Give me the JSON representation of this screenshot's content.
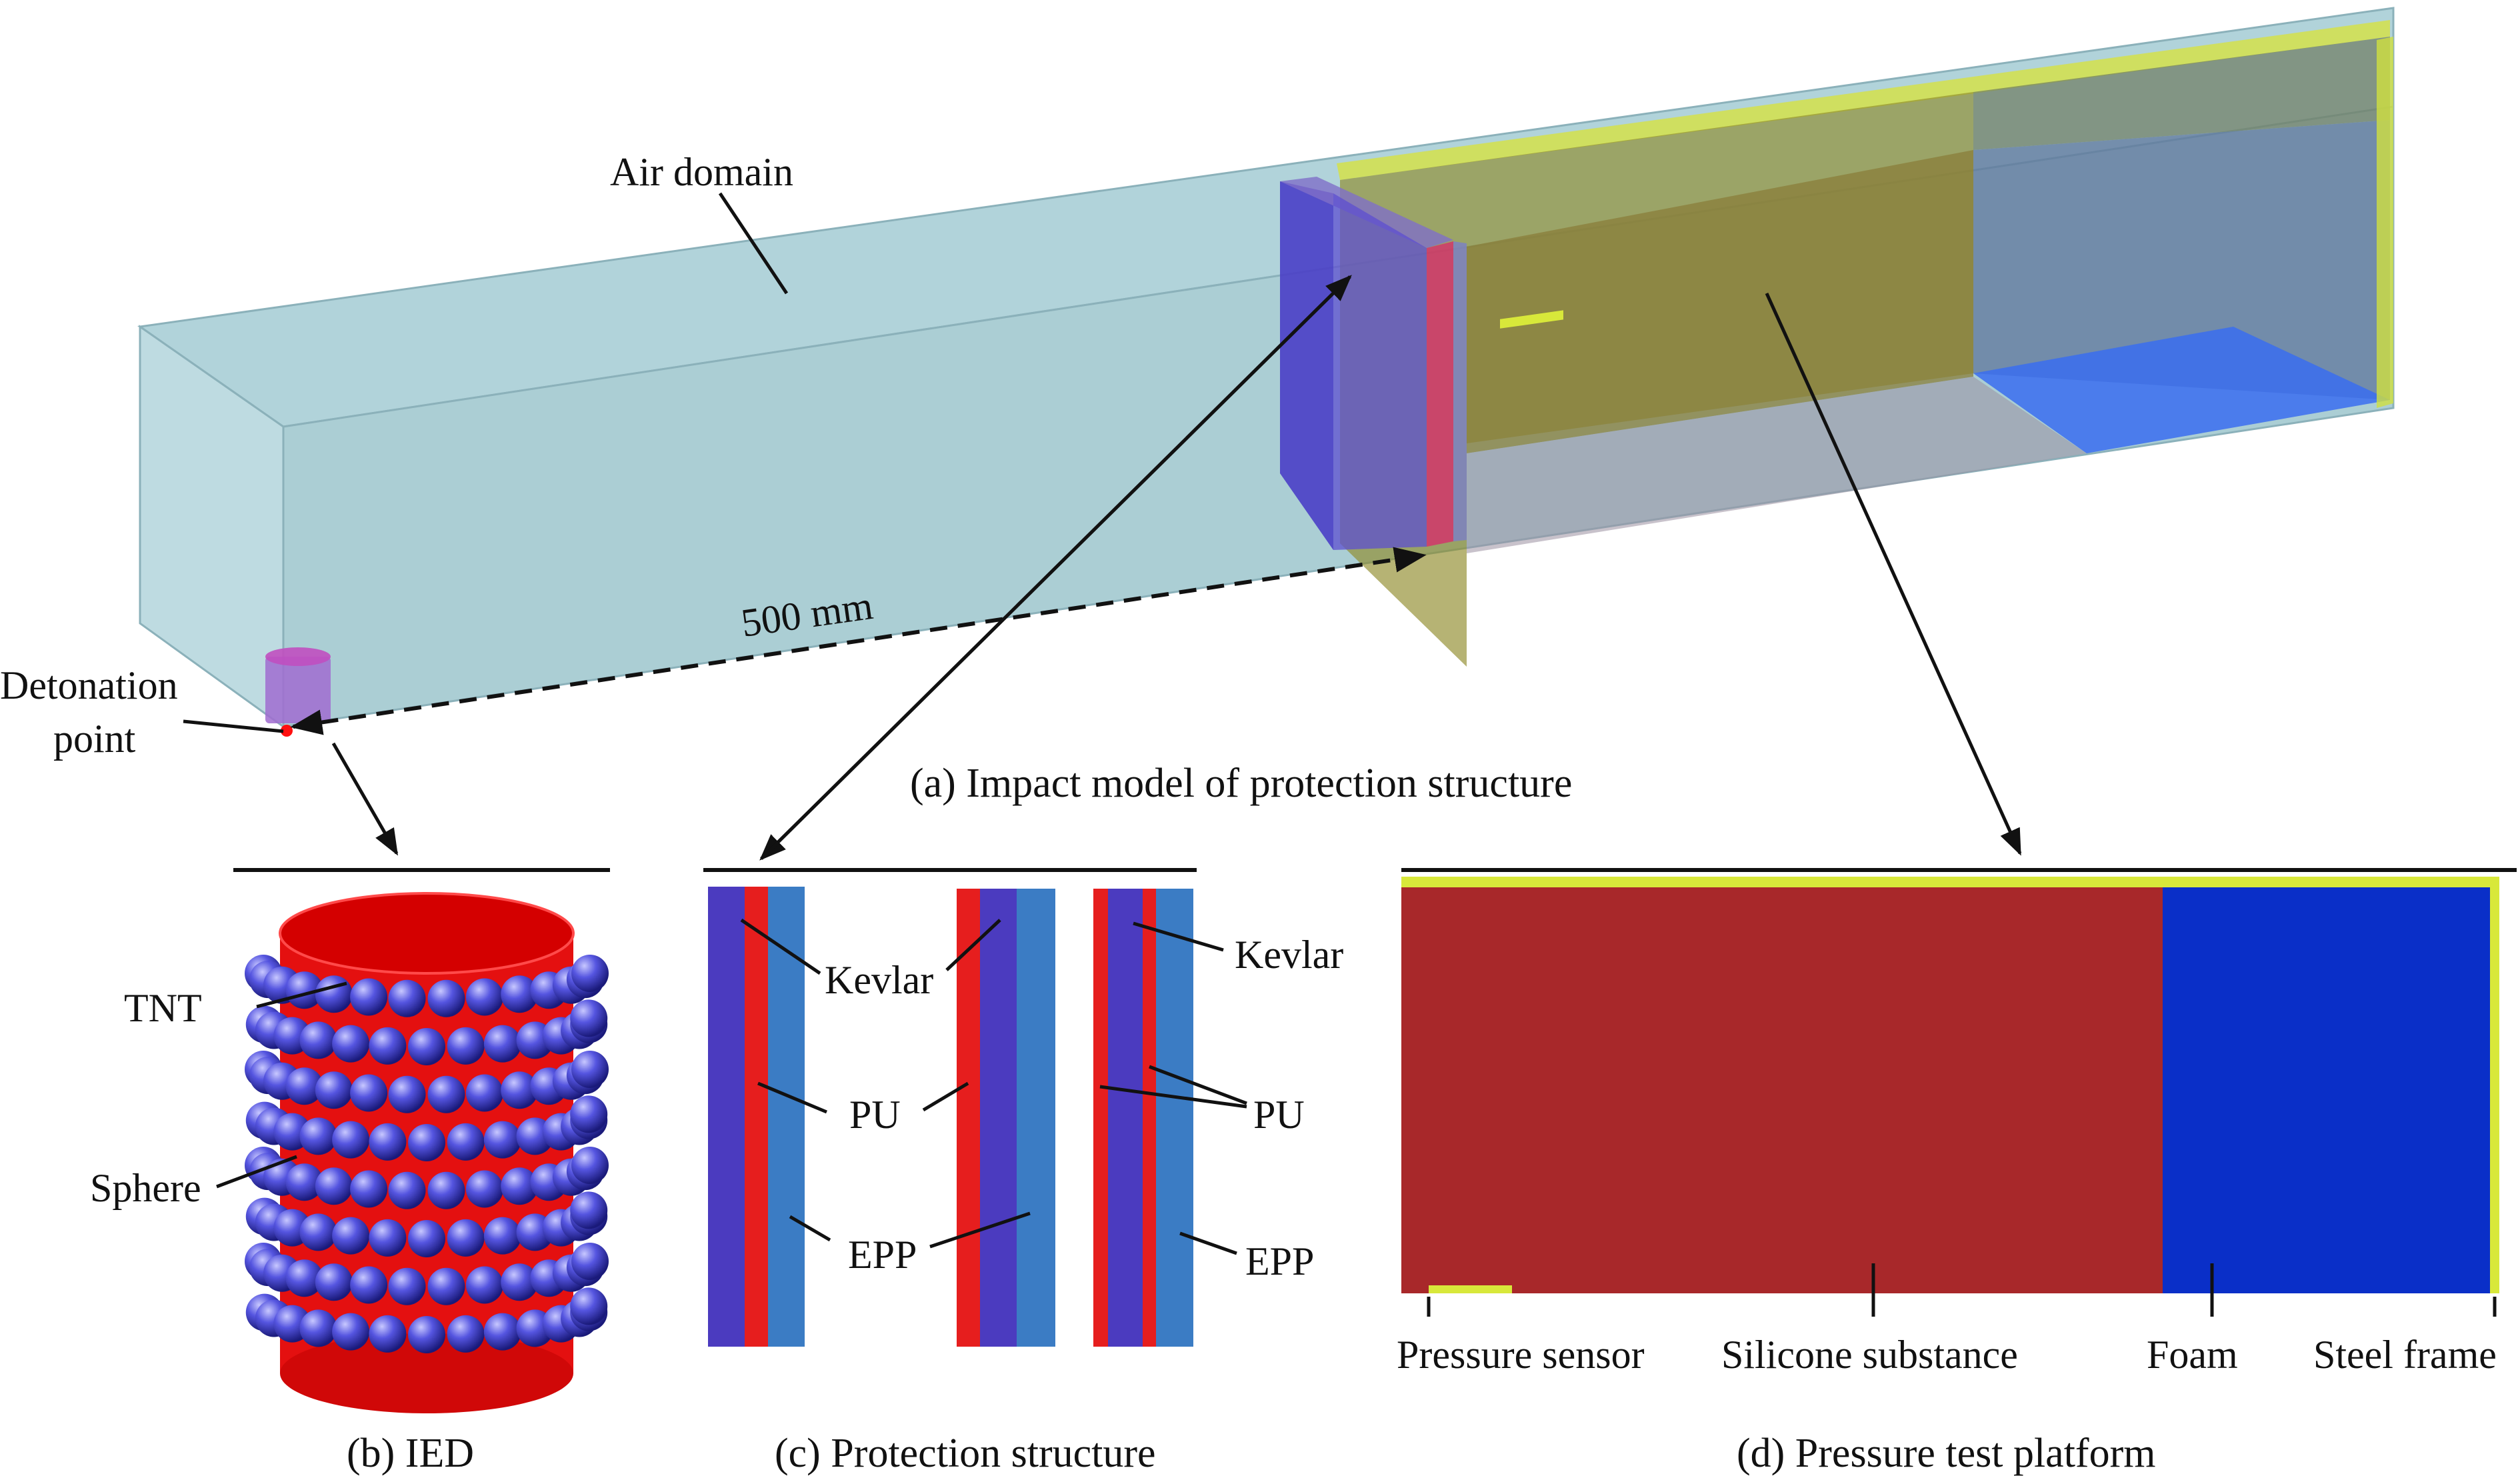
{
  "panel_a": {
    "caption": "(a) Impact model of protection structure",
    "label_air_domain": "Air domain",
    "label_distance": "500 mm",
    "label_detonation_line1": "Detonation",
    "label_detonation_line2": "point"
  },
  "panel_b": {
    "caption": "(b) IED",
    "label_tnt": "TNT",
    "label_sphere": "Sphere"
  },
  "panel_c": {
    "caption": "(c) Protection structure",
    "labels": {
      "kevlar_1": "Kevlar",
      "kevlar_2": "Kevlar",
      "pu_1": "PU",
      "pu_2": "PU",
      "epp_1": "EPP",
      "epp_2": "EPP"
    }
  },
  "panel_d": {
    "caption": "(d) Pressure test platform",
    "label_pressure_sensor": "Pressure sensor",
    "label_silicone": "Silicone substance",
    "label_foam": "Foam",
    "label_steel_frame": "Steel frame"
  },
  "colors": {
    "air": "#9fc7cf",
    "kevlar": "#4b3bbf",
    "pu": "#e61e1e",
    "epp": "#3b7cc4",
    "silicone": "#a8282a",
    "foam": "#0a2fc8",
    "steel": "#d8e83a",
    "tnt": "#e00000",
    "sphere": "#4444dd"
  }
}
